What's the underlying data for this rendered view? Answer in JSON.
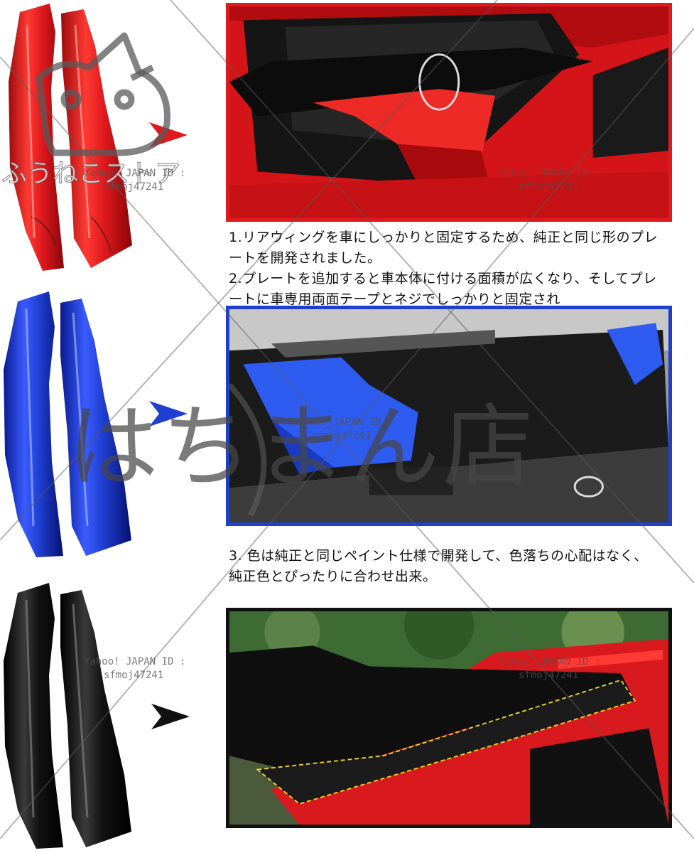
{
  "colors": {
    "red": "#e0191e",
    "blue": "#1f3fd0",
    "black": "#111111"
  },
  "descriptions": {
    "block1": {
      "line1": "1.リアウィングを車にしっかりと固定するため、純正と同じ形のプレ",
      "line2": "ートを開発されました。",
      "line3": "2.プレートを追加すると車本体に付ける面積が広くなり、そしてプレ",
      "line4": "ートに車専用両面テープとネジでしっかりと固定され"
    },
    "block2": {
      "line1": "3. 色は純正と同じペイント仕様で開発して、色落ちの心配はなく、",
      "line2": "純正色とぴったりに合わせ出来。"
    }
  },
  "watermarks": {
    "store_name": "ふうねこストア",
    "big_text": "はちまん店",
    "yahoo_label": "Yahoo! JAPAN ID :",
    "yahoo_id": "sfmoj47241"
  },
  "icons": {
    "arrow1": "arrow-right-icon",
    "arrow2": "arrow-right-icon",
    "arrow3": "arrow-right-icon"
  }
}
